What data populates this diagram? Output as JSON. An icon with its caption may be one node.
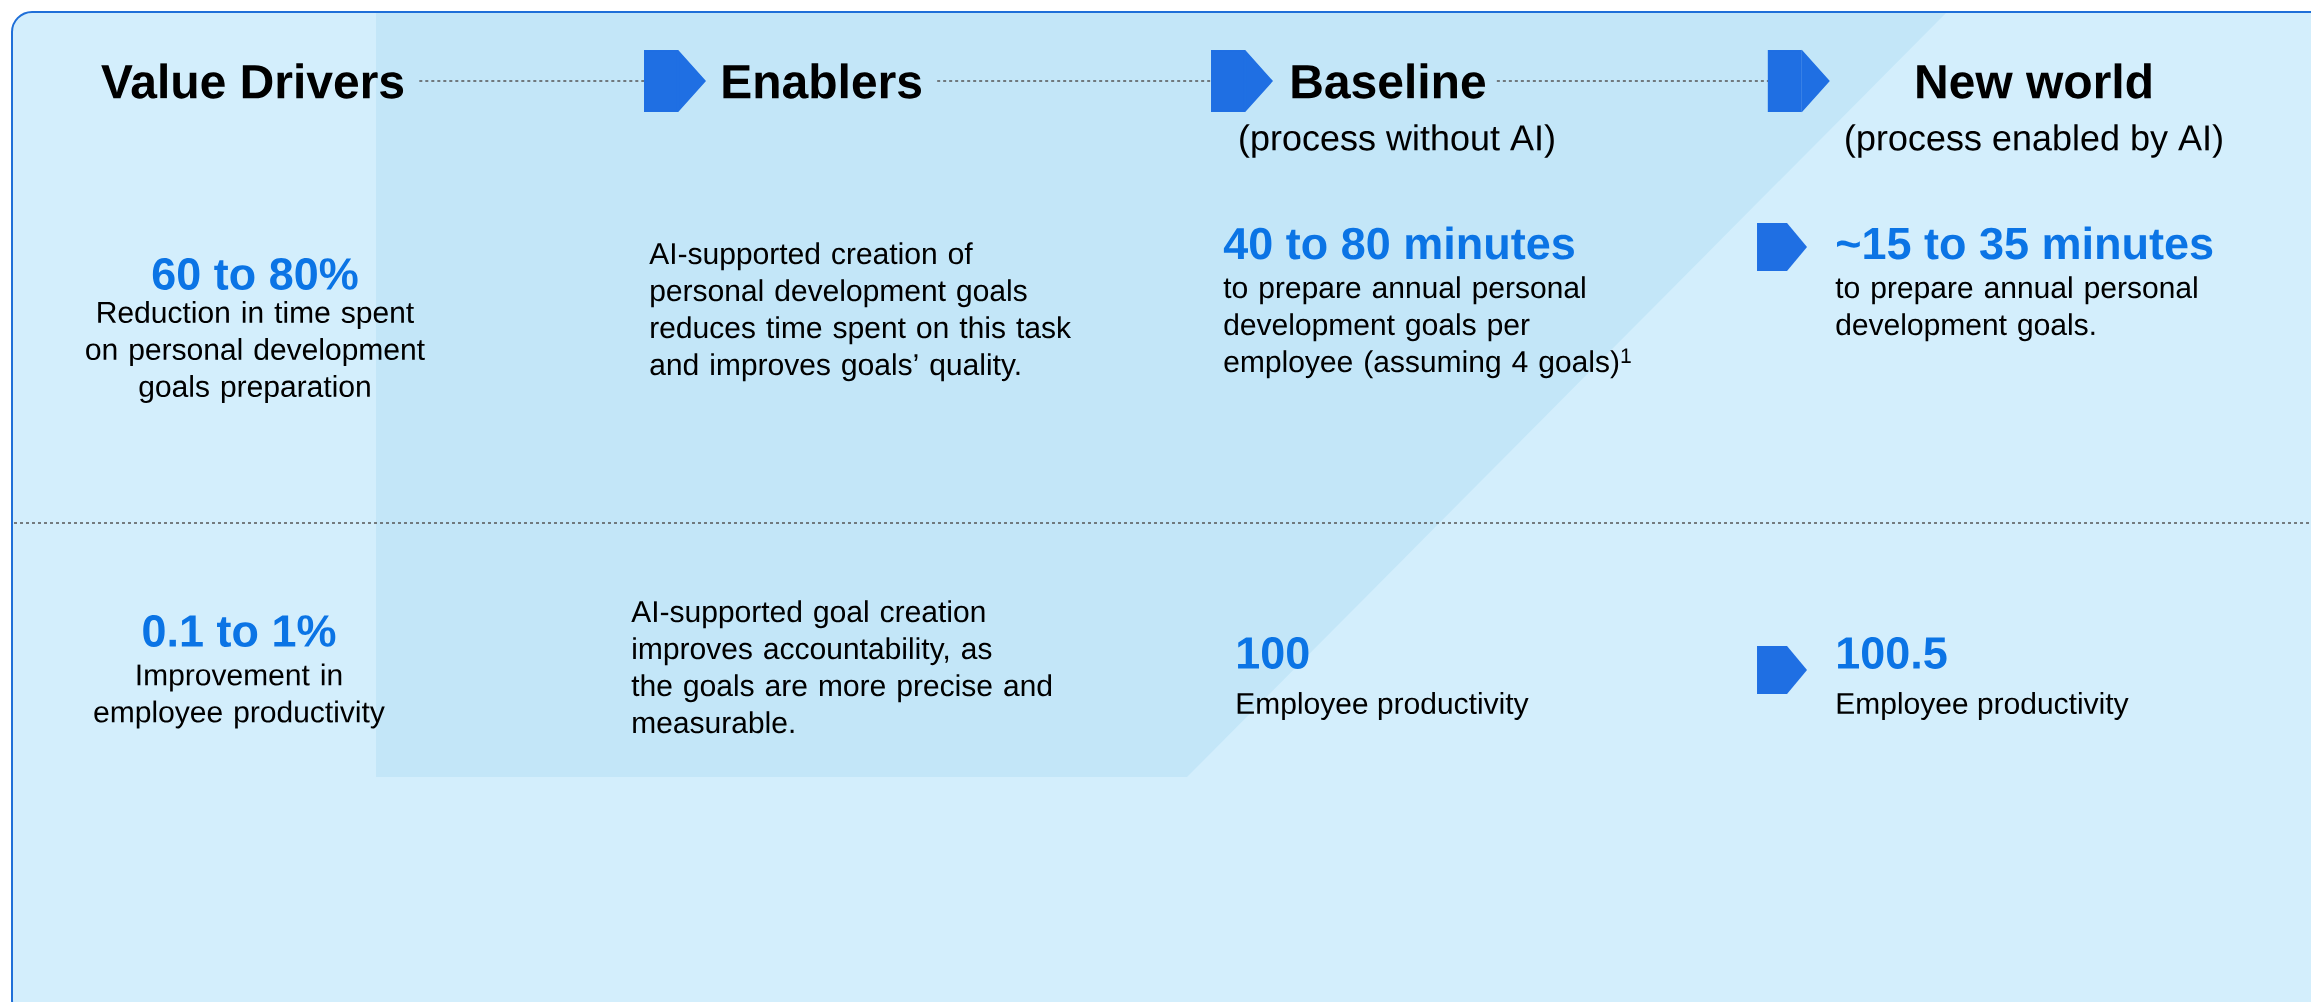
{
  "diagram": {
    "nodes": [
      {
        "text": [
          "Value Drivers"
        ]
      },
      {
        "text": [
          "Enablers"
        ]
      },
      {
        "text": [
          "Baseline"
        ],
        "beside": [
          "(process without AI)"
        ]
      },
      {
        "text": [
          "New world"
        ],
        "beside": [
          "(process enabled by AI)"
        ]
      }
    ],
    "edges": [
      {
        "from": 0,
        "to": 1,
        "arrow": "to",
        "style": "dashed"
      },
      {
        "from": 1,
        "to": 2,
        "arrow": "to",
        "style": "dashed"
      },
      {
        "from": 2,
        "to": 3,
        "arrow": "to",
        "style": "dashed"
      }
    ],
    "labels": [
      "60 to 80%",
      "Reduction in time spent on personal development goals preparation",
      "AI-supported creation of personal development goals reduces time spent on this task and improves goals’ quality.",
      "40 to 80 minutes",
      "to prepare annual personal development goals per employee (assuming 4 goals)$^{1}$",
      "~15 to 35 minutes",
      "to prepare annual personal development goals.",
      "0.1 to 1%",
      "Improvement in employee productivity",
      "AI-supported goal creation improves accountability, as the goals are more precise and measurable.",
      "100",
      "Employee productivity",
      "100.5",
      "Employee productivity"
    ]
  }
}
